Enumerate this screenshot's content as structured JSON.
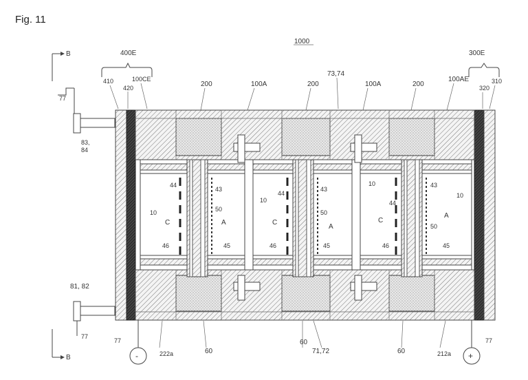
{
  "figure_label": "Fig. 11",
  "assembly": {
    "ref": "1000"
  },
  "section_markers": {
    "top": "B",
    "bottom": "B"
  },
  "electrode_groups": {
    "left": "400E",
    "right": "300E"
  },
  "top_labels": {
    "l410": "410",
    "l420": "420",
    "l100CE": "100CE",
    "l200_1": "200",
    "l100A_1": "100A",
    "l200_2": "200",
    "l73_74": "73,74",
    "l100A_2": "100A",
    "l200_3": "200",
    "l100AE": "100AE",
    "l320": "320",
    "l310": "310"
  },
  "side_labels": {
    "l77_top": "77",
    "l83_84": "83,\n84",
    "l81_82": "81, 82",
    "l77_bottom": "77",
    "l77_bl": "77",
    "l77_br": "77"
  },
  "bottom_labels": {
    "l222a": "222a",
    "l60_1": "60",
    "l60_2": "60",
    "l71_72": "71,72",
    "l60_3": "60",
    "l212a": "212a"
  },
  "terminals": {
    "left": "-",
    "right": "+"
  },
  "cells": [
    {
      "c": "C",
      "a": "A",
      "l10a": "10",
      "l44": "44",
      "l43": "43",
      "l50": "50",
      "l46": "46",
      "l45": "45"
    },
    {
      "c": "C",
      "a": "A",
      "l10a": "10",
      "l44": "44",
      "l43": "43",
      "l50": "50",
      "l46": "46",
      "l45": "45"
    },
    {
      "c": "C",
      "a": "A",
      "l10a": "10",
      "l44": "44",
      "l43": "43",
      "l50": "50",
      "l46": "46",
      "l45": "45",
      "l10b": "10"
    }
  ]
}
